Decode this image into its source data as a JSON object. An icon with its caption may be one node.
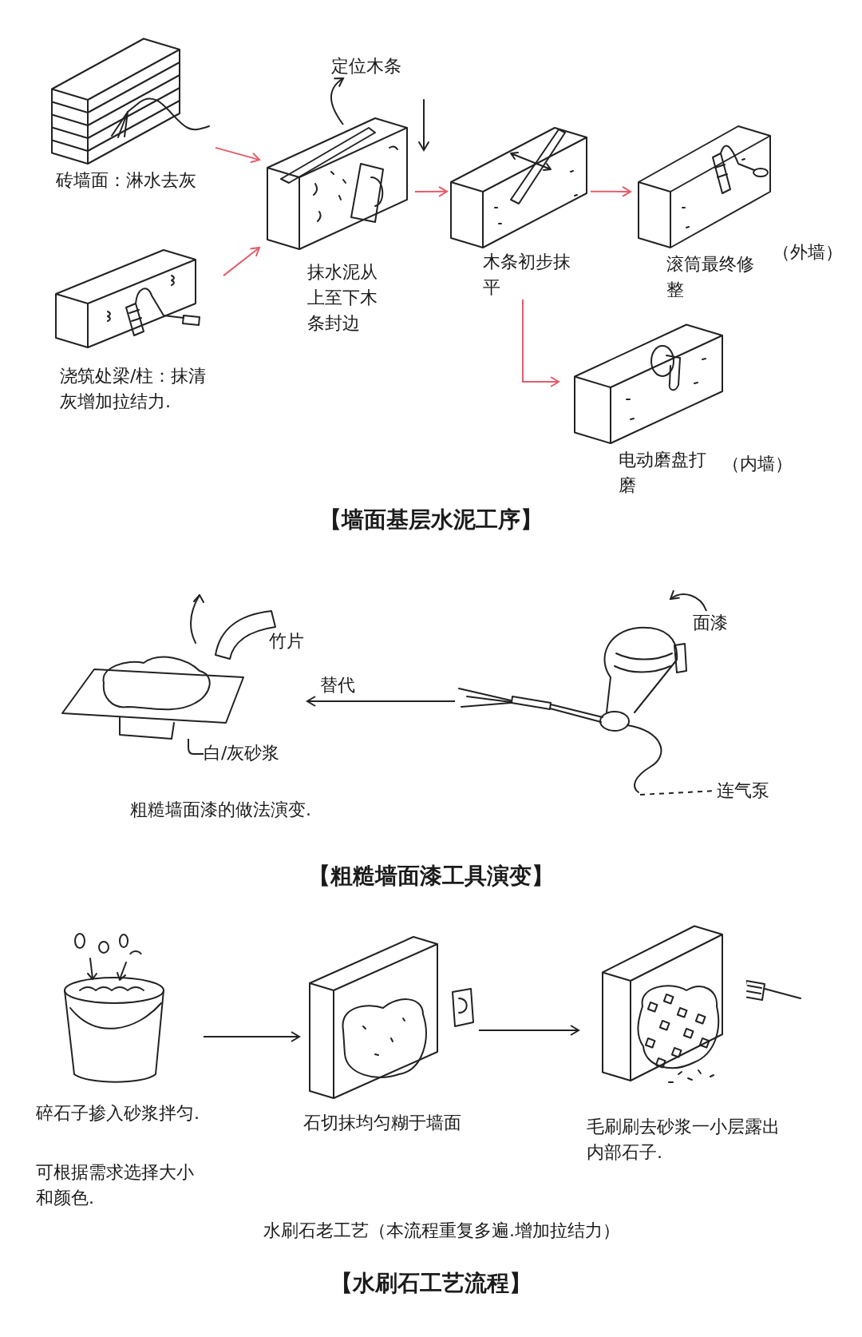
{
  "diagram": {
    "nodes": [
      {
        "text": [
          "砖墙面：淋水去灰"
        ]
      },
      {
        "text": [
          "浇筑处梁/柱：抹清灰增加拉结力."
        ]
      },
      {
        "text": [
          "抹水泥从上至下木条封边"
        ]
      },
      {
        "text": [],
        "shape": "bar",
        "in": 2
      },
      {
        "text": [
          "定位木条"
        ]
      },
      {
        "text": [
          "木条初步抹平"
        ]
      },
      {
        "text": [
          "滚筒最终修整"
        ],
        "beside": [
          "（外墙）"
        ]
      },
      {
        "text": [
          "电动磨盘打磨"
        ],
        "beside": [
          "（内墙）"
        ]
      },
      {
        "text": [
          "竹片"
        ]
      },
      {
        "text": [],
        "shape": "picture"
      },
      {
        "text": [
          "白/灰砂浆"
        ]
      },
      {
        "text": [
          "面漆"
        ]
      },
      {
        "text": [
          "连气泵"
        ]
      },
      {
        "text": [
          "碎石子掺入砂浆拌匀.",
          "可根据需求选择大小和颜色."
        ]
      },
      {
        "text": [
          "石切抹均匀糊于墙面"
        ]
      },
      {
        "text": [
          "毛刷刷去砂浆一小层露出内部石子."
        ]
      }
    ],
    "edges": [
      {
        "from": 0,
        "to": 2,
        "arrow": "to",
        "color": "#e35d6a"
      },
      {
        "from": 1,
        "to": 2,
        "arrow": "to",
        "color": "#e35d6a"
      },
      {
        "from": 2,
        "to": 5,
        "arrow": "to",
        "color": "#e35d6a"
      },
      {
        "from": 5,
        "to": 6,
        "arrow": "to",
        "color": "#e35d6a"
      },
      {
        "from": 5,
        "to": 7,
        "arrow": "to",
        "color": "#e35d6a"
      },
      {
        "from": 3,
        "to": 4,
        "arrow": "to"
      },
      {
        "from": 9,
        "to": 8,
        "arrow": "to",
        "label": "替代"
      },
      {
        "from": 10,
        "to": 8,
        "arrow": "none"
      },
      {
        "from": 11,
        "to": 9,
        "arrow": "to"
      },
      {
        "from": 9,
        "to": 12,
        "arrow": "none",
        "style": "dashed"
      },
      {
        "from": 13,
        "to": 14,
        "arrow": "to"
      },
      {
        "from": 14,
        "to": 15,
        "arrow": "to"
      }
    ],
    "labels": [
      "【墙面基层水泥工序】",
      "粗糙墙面漆的做法演变.",
      "【粗糙墙面漆工具演变】",
      "水刷石老工艺（本流程重复多遍.增加拉结力）",
      "【水刷石工艺流程】"
    ]
  }
}
